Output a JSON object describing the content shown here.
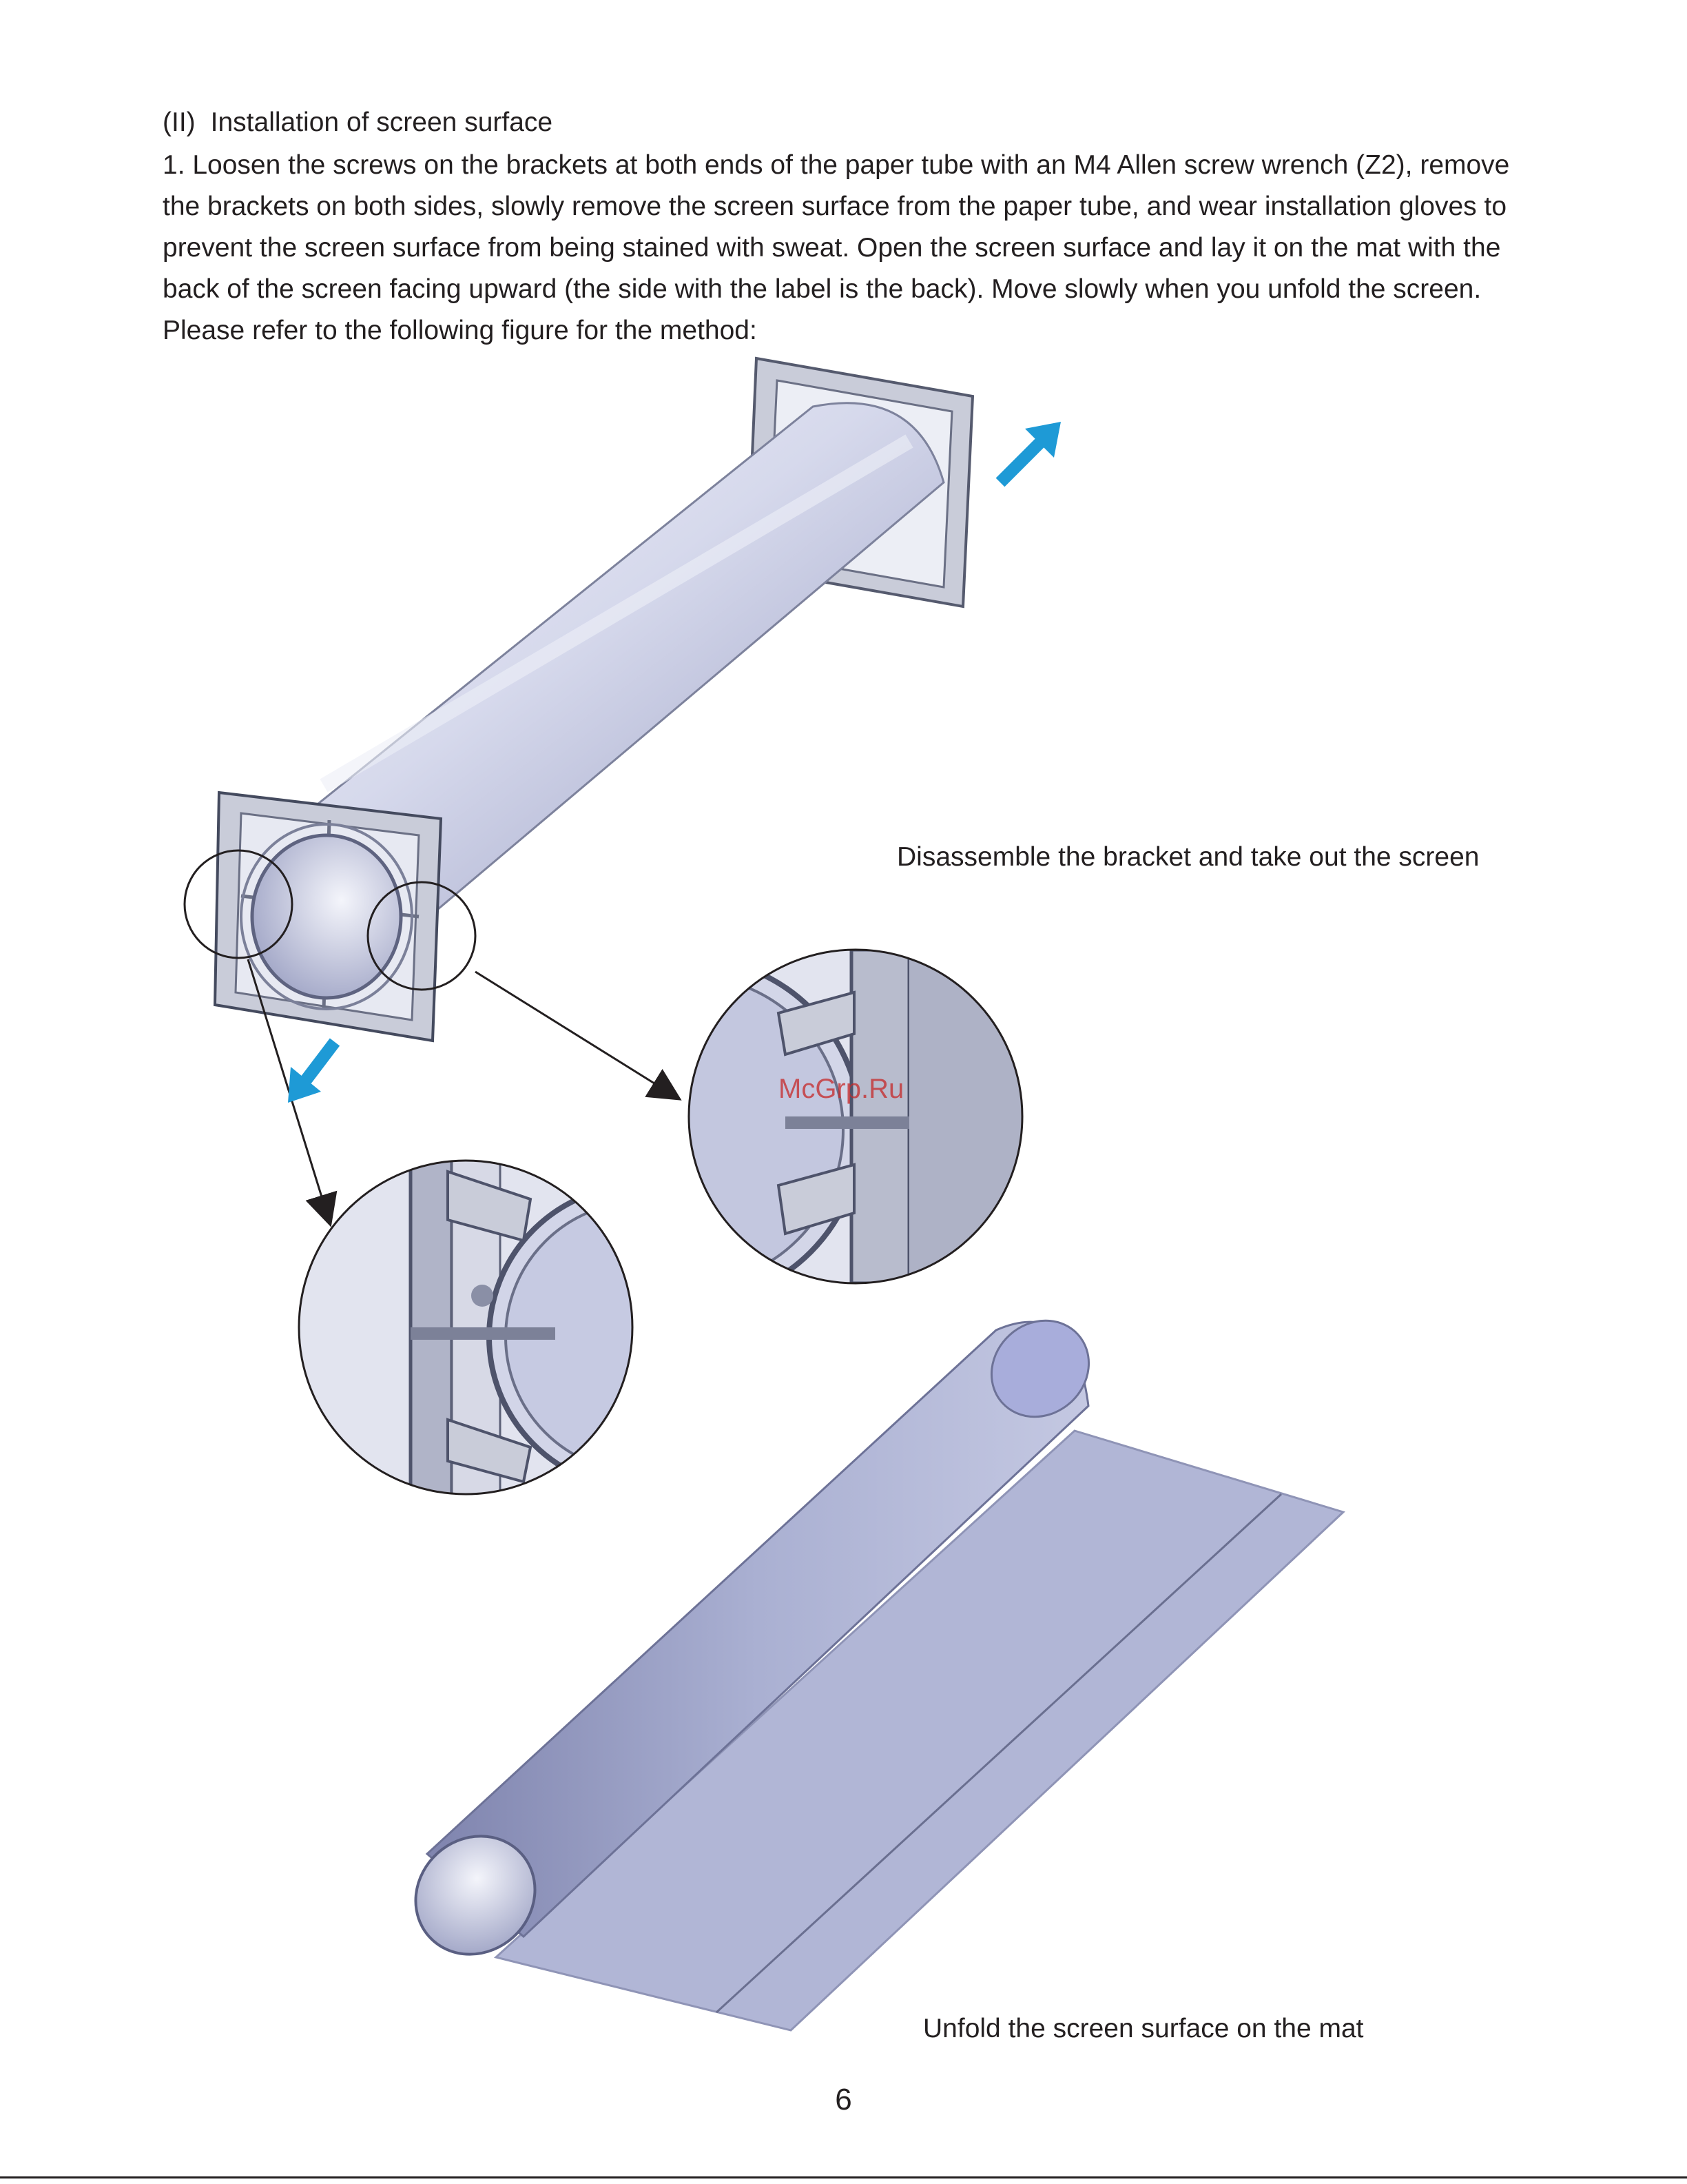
{
  "section": {
    "number": "(II)",
    "title": "Installation of screen surface"
  },
  "paragraph": {
    "lines": [
      "1. Loosen the screws on the brackets at both ends of the paper tube with an M4 Allen screw wrench (Z2), remove",
      "the brackets on both sides, slowly remove the screen surface from the paper tube, and wear installation gloves to",
      "prevent the screen surface from being stained with sweat. Open the screen surface and lay it on the mat with the",
      "back of the screen facing upward (the side with the label is the back). Move slowly when you unfold the screen.",
      "Please refer to the following figure for the method:"
    ]
  },
  "figures": {
    "caption_disassemble": "Disassemble the bracket and take out the screen",
    "caption_unfold": "Unfold the screen surface on the mat"
  },
  "watermark": "McGrp.Ru",
  "page_number": "6",
  "colors": {
    "text": "#231f20",
    "arrow_blue": "#1e9ad6",
    "tube_light": "#dfe2f2",
    "tube_dark": "#8b90b8",
    "bracket": "#c9ccd9",
    "watermark": "#c62828"
  }
}
